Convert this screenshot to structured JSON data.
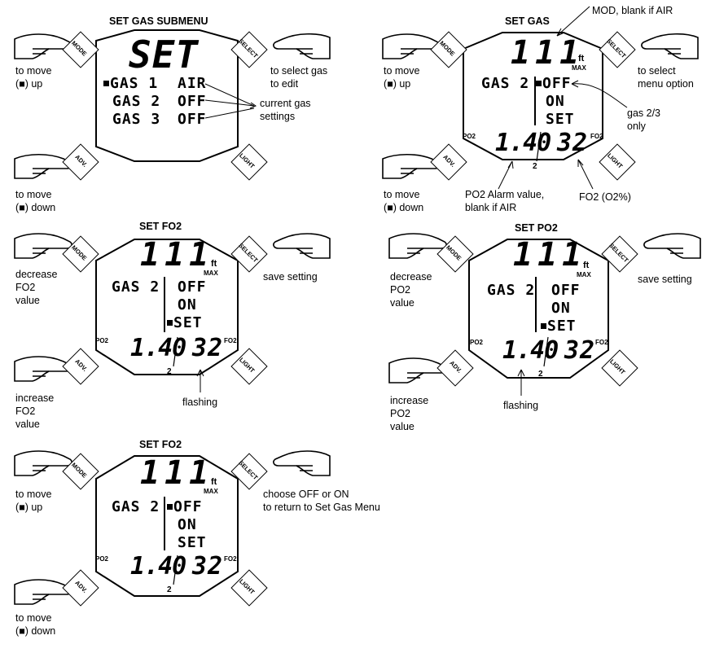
{
  "button_labels": {
    "mode": "MODE",
    "select": "SELECT",
    "adv": "ADV.",
    "light": "LIGHT"
  },
  "lcd_units": {
    "ft": "ft",
    "max": "MAX",
    "po2": "PO2",
    "fo2": "FO2",
    "cyl": "2"
  },
  "p1": {
    "title": "SET GAS SUBMENU",
    "screen_top": "SET",
    "rows": [
      {
        "gas": "GAS 1",
        "value": "AIR"
      },
      {
        "gas": "GAS 2",
        "value": "OFF"
      },
      {
        "gas": "GAS 3",
        "value": "OFF"
      }
    ],
    "left_top": [
      "to move",
      "(■) up"
    ],
    "left_bottom": [
      "to move",
      "(■) down"
    ],
    "right_top": [
      "to select gas",
      "to edit"
    ],
    "callout": [
      "current gas",
      "settings"
    ]
  },
  "p2": {
    "title": "SET GAS",
    "mod": "111",
    "gas": "GAS 2",
    "options": [
      "OFF",
      "ON",
      "SET"
    ],
    "po2": "1.40",
    "fo2": "32",
    "left_top": [
      "to move",
      "(■) up"
    ],
    "left_bottom": [
      "to move",
      "(■) down"
    ],
    "right_top": [
      "to select",
      "menu option"
    ],
    "mod_note": "MOD, blank if AIR",
    "gas_note": [
      "gas 2/3",
      "only"
    ],
    "po2_note": [
      "PO2 Alarm value,",
      "blank if AIR"
    ],
    "fo2_note": "FO2 (O2%)"
  },
  "p3": {
    "title": "SET FO2",
    "mod": "111",
    "gas": "GAS 2",
    "options": [
      "OFF",
      "ON",
      "SET"
    ],
    "po2": "1.40",
    "fo2": "32",
    "left_top": [
      "decrease",
      "FO2",
      "value"
    ],
    "left_bottom": [
      "increase",
      "FO2",
      "value"
    ],
    "right_top": "save setting",
    "flash": "flashing"
  },
  "p4": {
    "title": "SET PO2",
    "mod": "111",
    "gas": "GAS 2",
    "options": [
      "OFF",
      "ON",
      "SET"
    ],
    "po2": "1.40",
    "fo2": "32",
    "left_top": [
      "decrease",
      "PO2",
      "value"
    ],
    "left_bottom": [
      "increase",
      "PO2",
      "value"
    ],
    "right_top": "save setting",
    "flash": "flashing"
  },
  "p5": {
    "title": "SET FO2",
    "mod": "111",
    "gas": "GAS 2",
    "options": [
      "OFF",
      "ON",
      "SET"
    ],
    "po2": "1.40",
    "fo2": "32",
    "left_top": [
      "to move",
      "(■) up"
    ],
    "left_bottom": [
      "to move",
      "(■) down"
    ],
    "right_top": [
      "choose OFF or ON",
      "to return to Set Gas Menu"
    ]
  }
}
